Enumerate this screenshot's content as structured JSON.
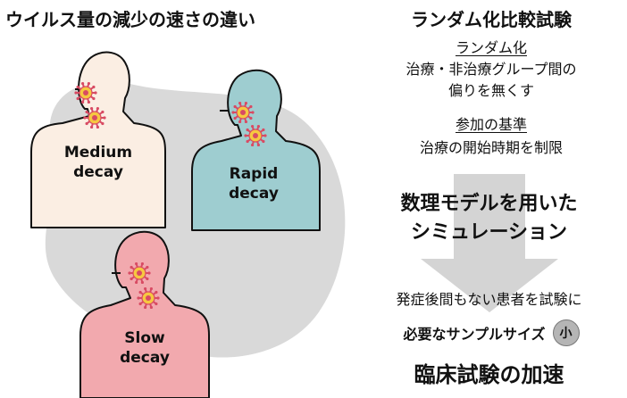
{
  "left": {
    "title": "ウイルス量の減少の速さの違い",
    "people": [
      {
        "label_line1": "Medium",
        "label_line2": "decay",
        "fill": "#fbeee3"
      },
      {
        "label_line1": "Rapid",
        "label_line2": "decay",
        "fill": "#9ecdd0"
      },
      {
        "label_line1": "Slow",
        "label_line2": "decay",
        "fill": "#f2a9ae"
      }
    ],
    "background_color": "#d9d9d9"
  },
  "right": {
    "title": "ランダム化比較試験",
    "randomization_heading": "ランダム化",
    "randomization_line1": "治療・非治療グループ間の",
    "randomization_line2": "偏りを無くす",
    "criteria_heading": "参加の基準",
    "criteria_line": "治療の開始時期を制限",
    "simulation_line1": "数理モデルを用いた",
    "simulation_line2": "シミュレーション",
    "early_patients_line": "発症後間もない患者を試験に",
    "sample_size_line": "必要なサンプルサイズ",
    "sample_size_badge": "小",
    "result_line": "臨床試験の加速",
    "arrow_color": "#d4d4d4"
  }
}
